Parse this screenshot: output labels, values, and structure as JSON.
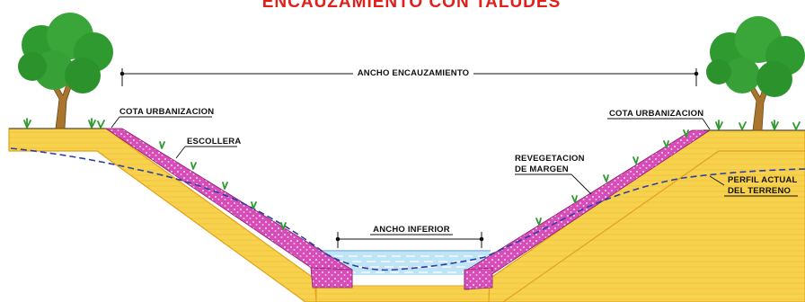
{
  "diagram": {
    "title": "ENCAUZAMIENTO CON TALUDES",
    "labels": {
      "ancho_encauzamiento": "ANCHO ENCAUZAMIENTO",
      "cota_urbanizacion_left": "COTA URBANIZACION",
      "cota_urbanizacion_right": "COTA URBANIZACION",
      "escollera": "ESCOLLERA",
      "revegetacion_line1": "REVEGETACION",
      "revegetacion_line2": "DE MARGEN",
      "perfil_line1": "PERFIL ACTUAL",
      "perfil_line2": "DEL TERRENO",
      "ancho_inferior": "ANCHO INFERIOR"
    },
    "colors": {
      "title": "#e0201c",
      "soil": "#f6cf45",
      "soil_edge": "#e2a21c",
      "rip_rap": "#d64ab7",
      "water": "#bfe4f5",
      "terrain_profile": "#2c3fa8",
      "foliage": "#2f9a2f",
      "trunk": "#a8742e"
    }
  }
}
